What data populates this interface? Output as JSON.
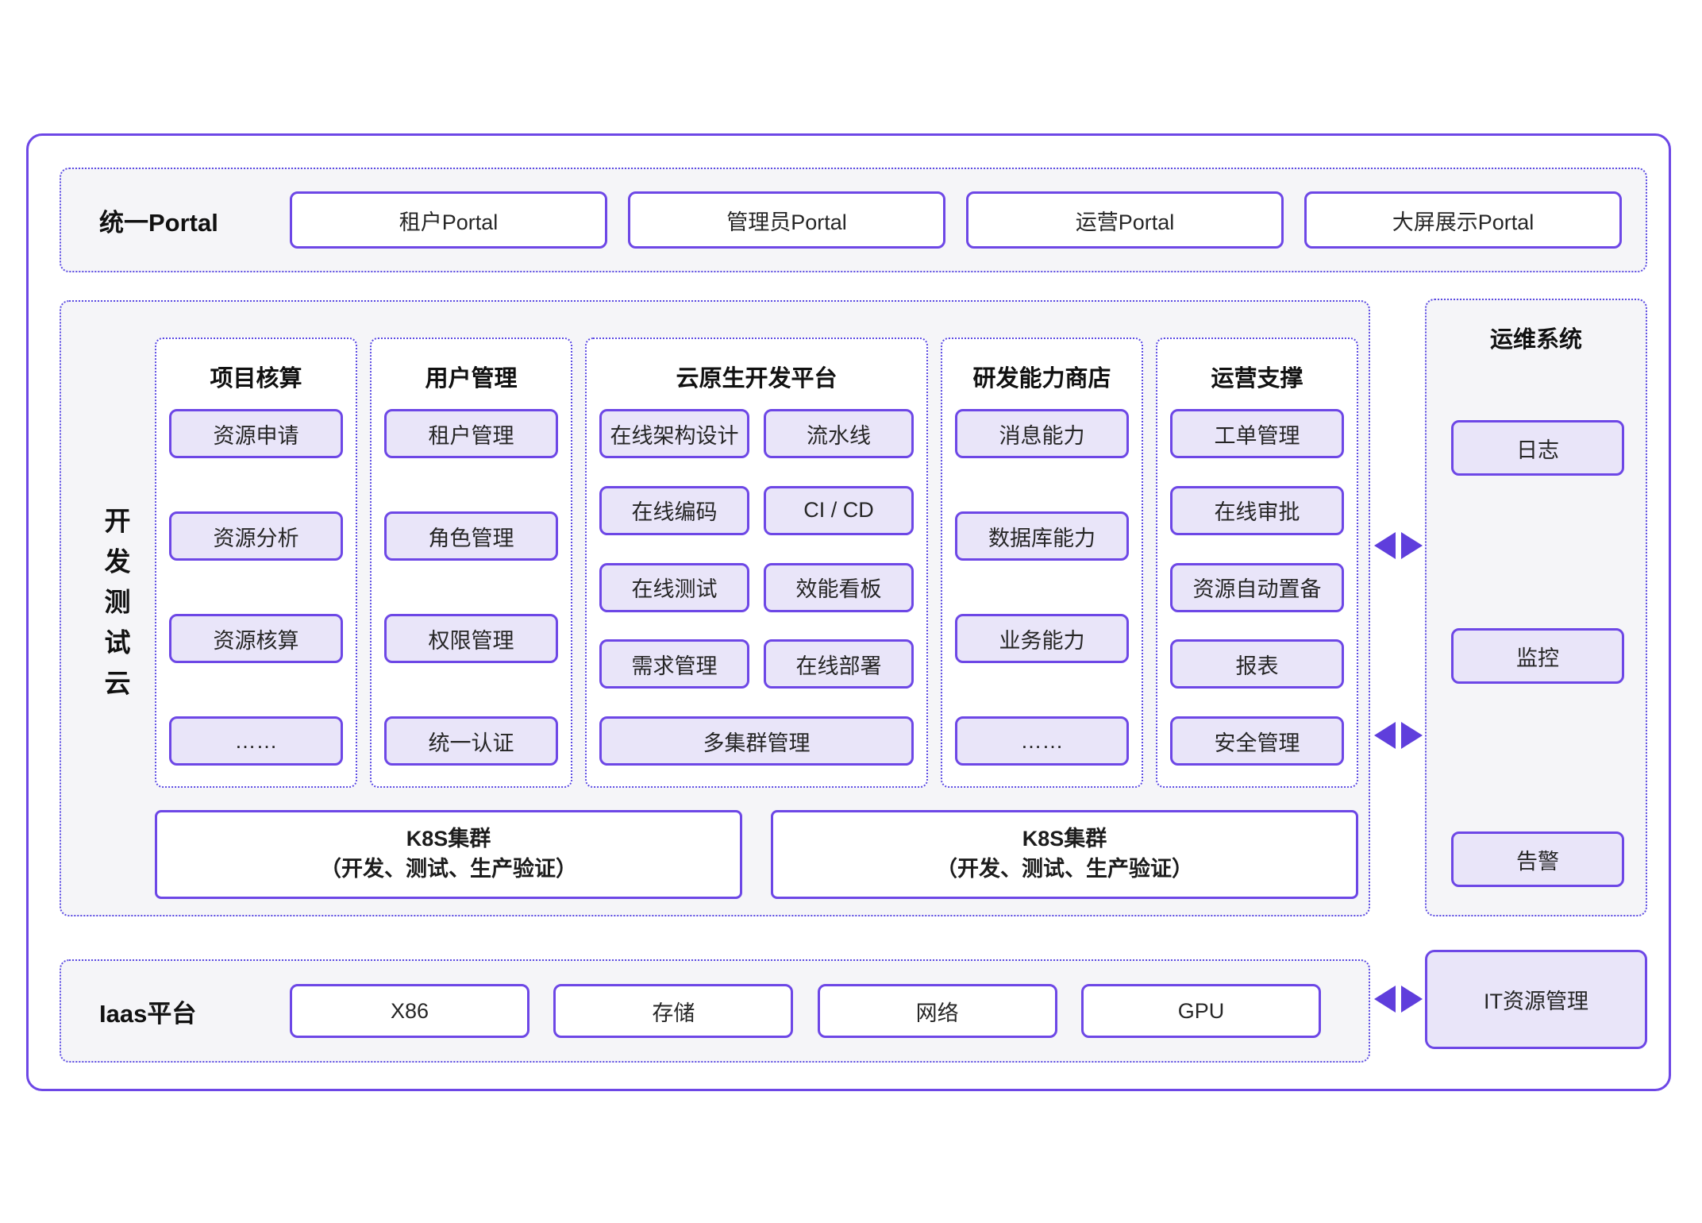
{
  "portal": {
    "label": "统一Portal",
    "buttons": [
      "租户Portal",
      "管理员Portal",
      "运营Portal",
      "大屏展示Portal"
    ]
  },
  "devtest": {
    "label": "开发测试云",
    "columns": [
      {
        "title": "项目核算",
        "items": [
          "资源申请",
          "资源分析",
          "资源核算",
          "……"
        ]
      },
      {
        "title": "用户管理",
        "items": [
          "租户管理",
          "角色管理",
          "权限管理",
          "统一认证"
        ]
      },
      {
        "title": "云原生开发平台",
        "items": [
          "在线架构设计",
          "流水线",
          "在线编码",
          "CI / CD",
          "在线测试",
          "效能看板",
          "需求管理",
          "在线部署"
        ],
        "wide_item": "多集群管理"
      },
      {
        "title": "研发能力商店",
        "items": [
          "消息能力",
          "数据库能力",
          "业务能力",
          "……"
        ]
      },
      {
        "title": "运营支撑",
        "items": [
          "工单管理",
          "在线审批",
          "资源自动置备",
          "报表",
          "安全管理"
        ]
      }
    ],
    "k8s_clusters": [
      {
        "line1": "K8S集群",
        "line2": "（开发、测试、生产验证）"
      },
      {
        "line1": "K8S集群",
        "line2": "（开发、测试、生产验证）"
      }
    ]
  },
  "ops": {
    "title": "运维系统",
    "items": [
      "日志",
      "监控",
      "告警"
    ]
  },
  "iaas": {
    "label": "Iaas平台",
    "buttons": [
      "X86",
      "存储",
      "网络",
      "GPU"
    ],
    "it_box": "IT资源管理"
  },
  "colors": {
    "accent": "#6D47E6",
    "dashed_border": "#5C4BE3",
    "arrow": "#5F3EDC",
    "light_purple_fill": "#E9E5F9",
    "section_background": "#F5F5F8"
  }
}
